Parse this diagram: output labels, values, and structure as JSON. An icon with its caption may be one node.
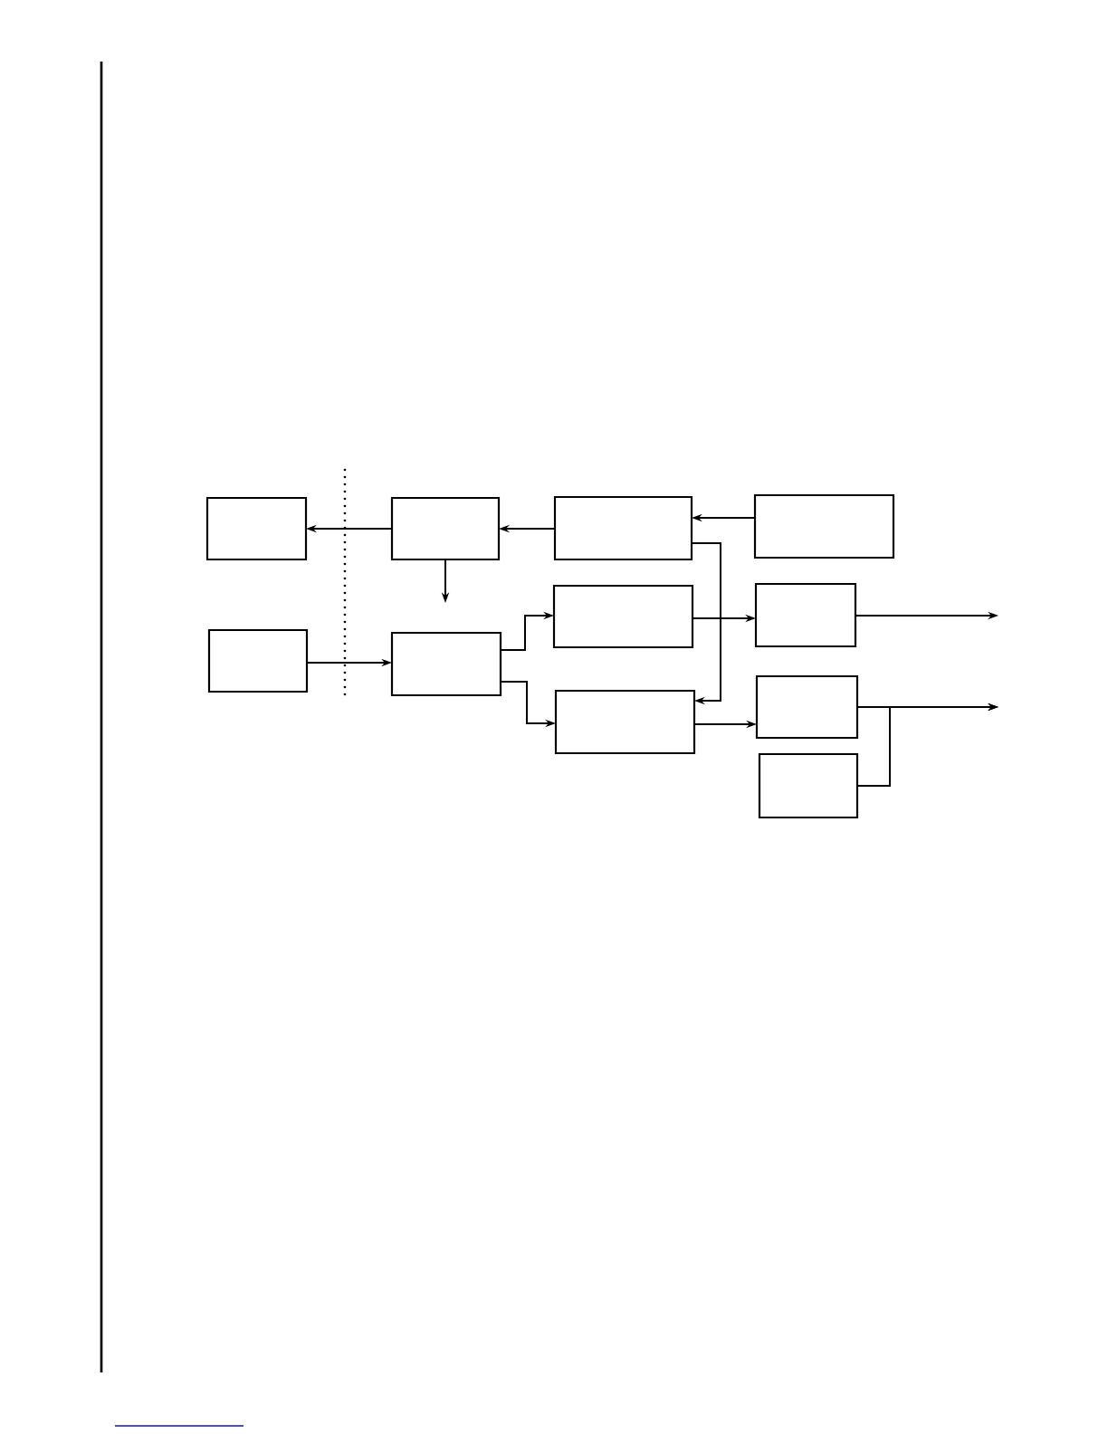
{
  "diagram": {
    "nodes": [
      {
        "text": [],
        "shape": "box"
      },
      {
        "text": [],
        "shape": "box"
      },
      {
        "text": [],
        "shape": "box"
      },
      {
        "text": [],
        "shape": "box"
      },
      {
        "text": [],
        "shape": "box"
      },
      {
        "text": [],
        "shape": "box"
      },
      {
        "text": [],
        "shape": "box"
      },
      {
        "text": [],
        "shape": "box"
      },
      {
        "text": [],
        "shape": "box"
      },
      {
        "text": [],
        "shape": "box"
      },
      {
        "text": [],
        "shape": "box"
      }
    ],
    "edges": [
      {
        "from": 1,
        "to": 0,
        "arrow": "to"
      },
      {
        "from": 4,
        "to": 1,
        "arrow": "to"
      },
      {
        "from": 5,
        "to": 4,
        "arrow": "to"
      },
      {
        "from": 1,
        "to": null,
        "arrow": "to"
      },
      {
        "from": 2,
        "to": 3,
        "arrow": "to"
      },
      {
        "from": 3,
        "to": 6,
        "arrow": "to"
      },
      {
        "from": 3,
        "to": 8,
        "arrow": "to"
      },
      {
        "from": 4,
        "to": 8,
        "arrow": "to"
      },
      {
        "from": 6,
        "to": 7,
        "arrow": "to"
      },
      {
        "from": 7,
        "to": null,
        "arrow": "to"
      },
      {
        "from": 8,
        "to": 9,
        "arrow": "to"
      },
      {
        "from": 9,
        "to": null,
        "arrow": "to"
      },
      {
        "from": 10,
        "to": null,
        "arrow": "to"
      }
    ]
  }
}
